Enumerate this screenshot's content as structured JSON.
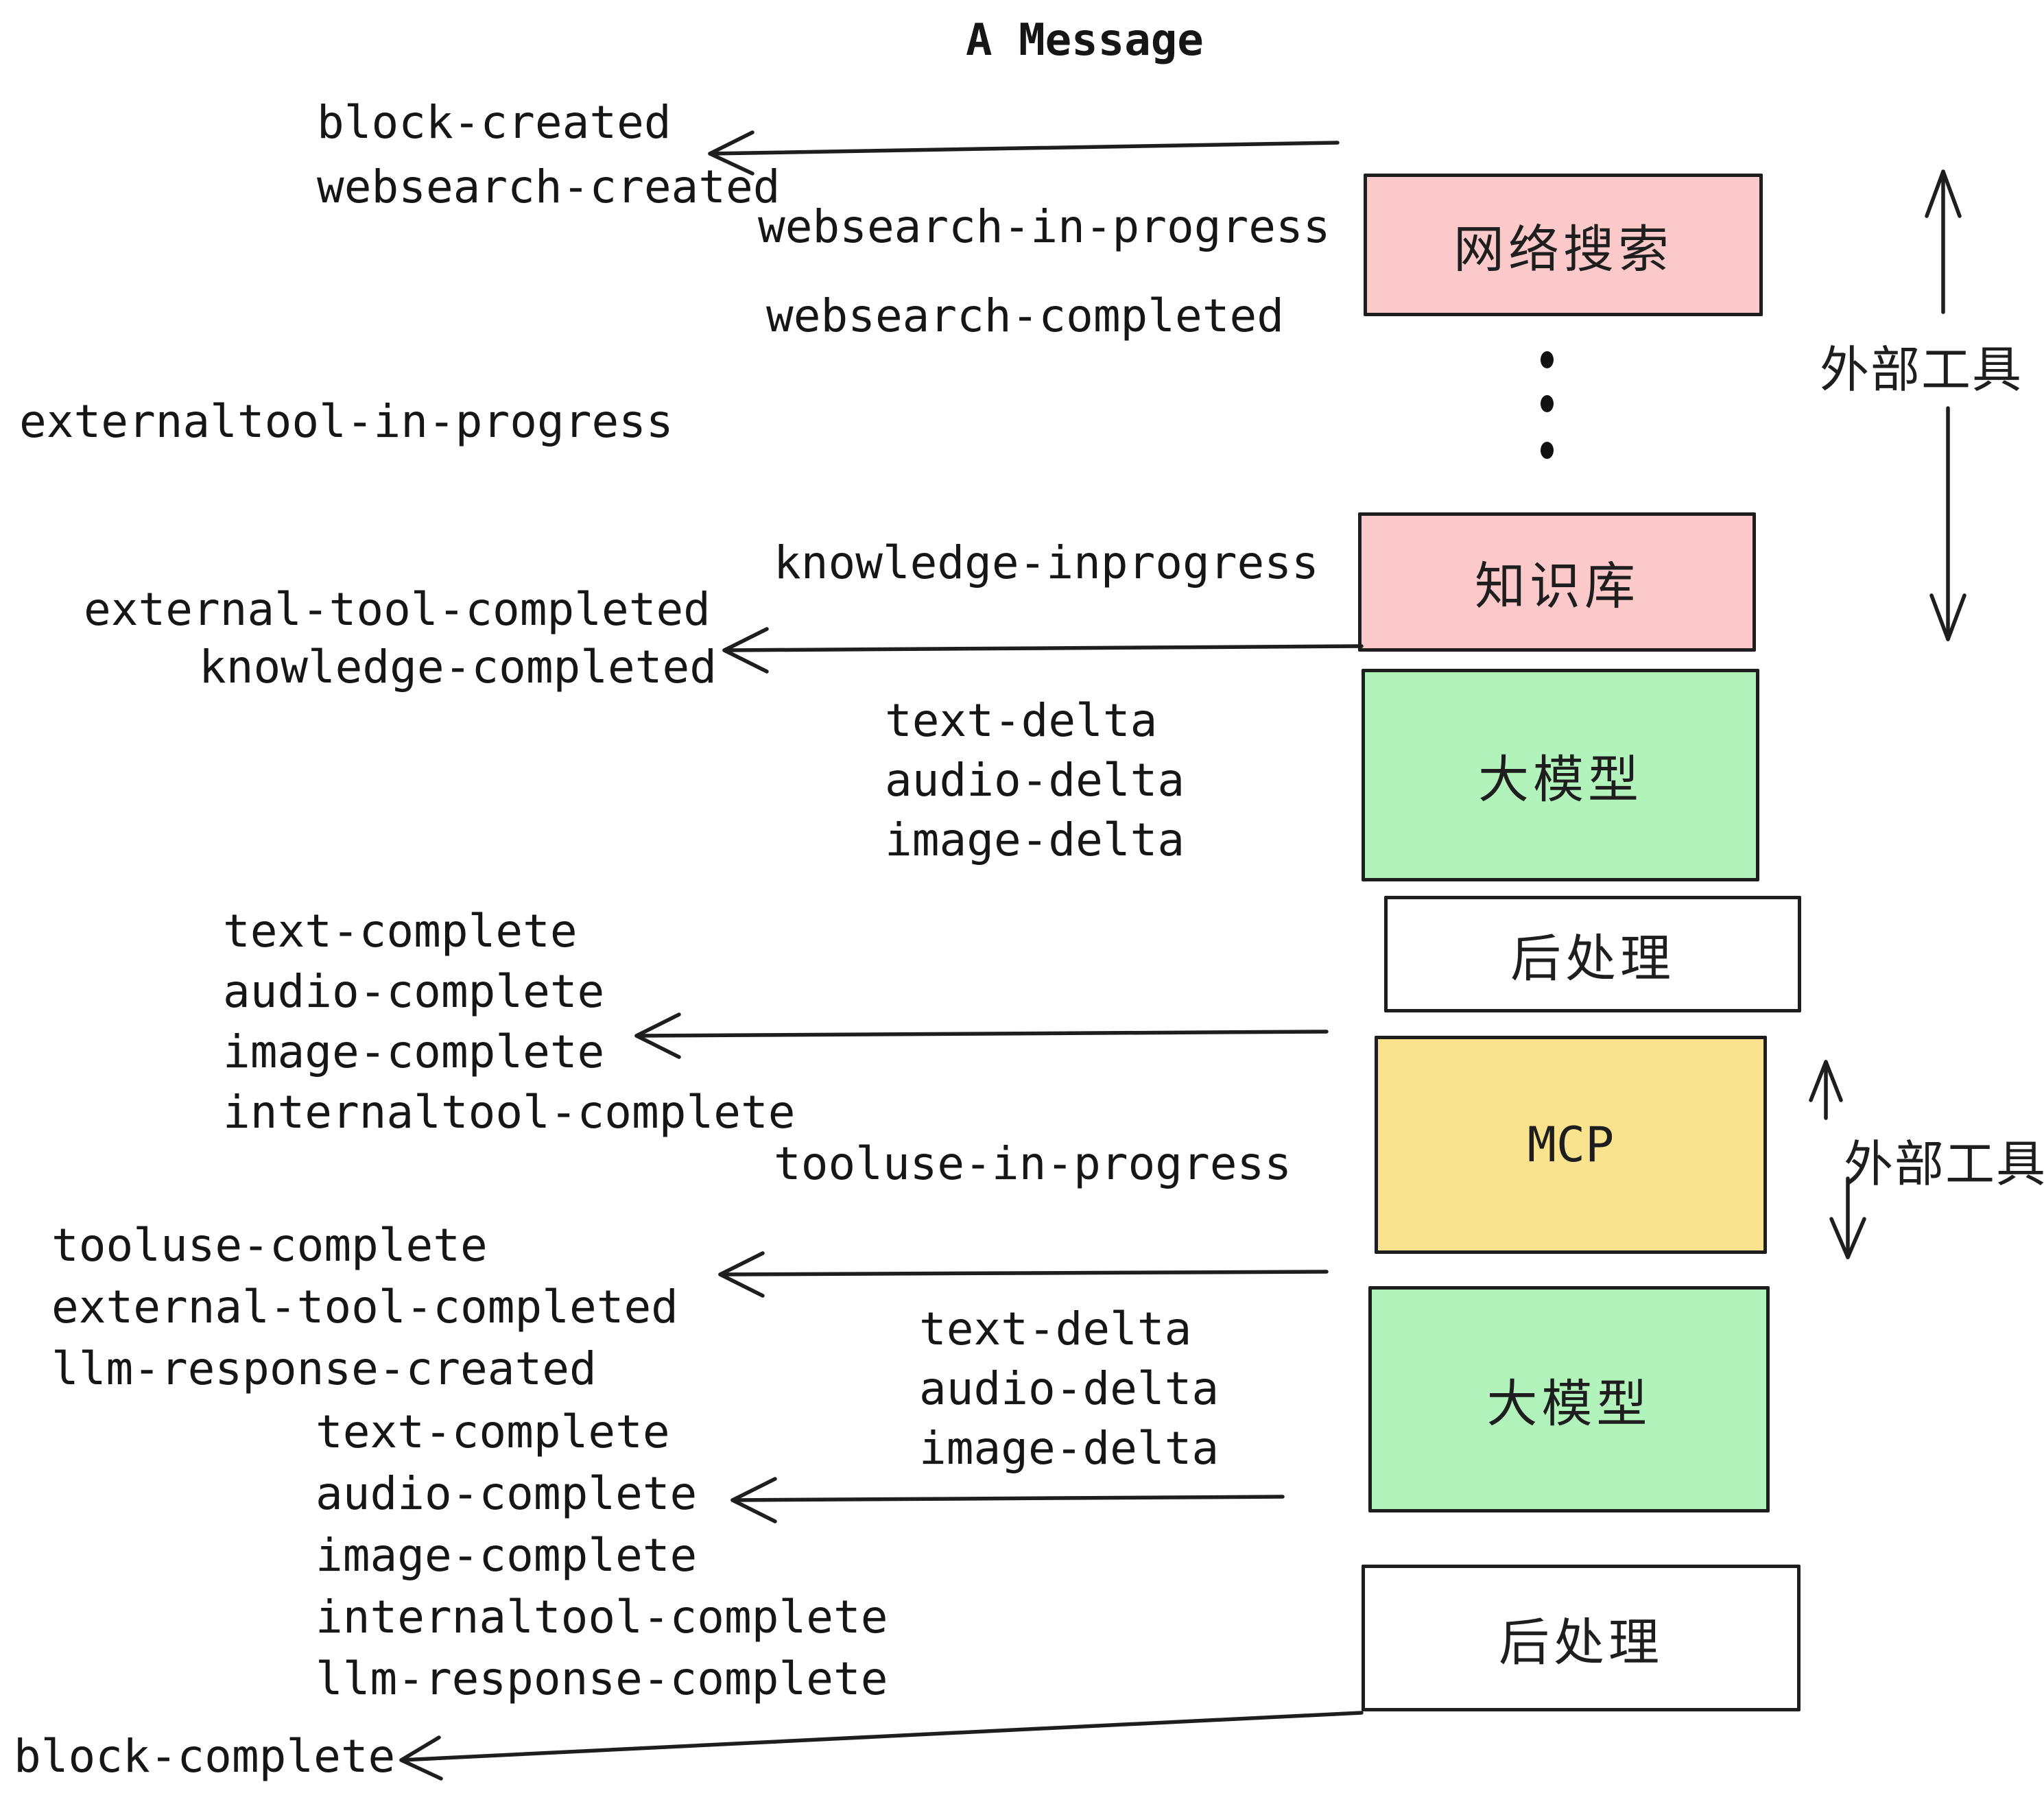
{
  "title": "A Message",
  "events": {
    "block_created": "block-created",
    "websearch_created": "websearch-created",
    "websearch_in_progress": "websearch-in-progress",
    "websearch_completed": "websearch-completed",
    "externaltool_in_progress": "externaltool-in-progress",
    "knowledge_inprogress": "knowledge-inprogress",
    "external_tool_completed_1": "external-tool-completed",
    "knowledge_completed": "knowledge-completed",
    "text_delta_1": "text-delta",
    "audio_delta_1": "audio-delta",
    "image_delta_1": "image-delta",
    "text_complete_1": "text-complete",
    "audio_complete_1": "audio-complete",
    "image_complete_1": "image-complete",
    "internaltool_complete_1": "internaltool-complete",
    "tooluse_in_progress": "tooluse-in-progress",
    "tooluse_complete": "tooluse-complete",
    "external_tool_completed_2": "external-tool-completed",
    "llm_response_created": "llm-response-created",
    "text_delta_2": "text-delta",
    "audio_delta_2": "audio-delta",
    "image_delta_2": "image-delta",
    "text_complete_2": "text-complete",
    "audio_complete_2": "audio-complete",
    "image_complete_2": "image-complete",
    "internaltool_complete_2": "internaltool-complete",
    "llm_response_complete": "llm-response-complete",
    "block_complete": "block-complete"
  },
  "boxes": {
    "websearch": {
      "label": "网络搜索",
      "fill": "#FBC9C9"
    },
    "knowledge": {
      "label": "知识库",
      "fill": "#FBC9C9"
    },
    "llm1": {
      "label": "大模型",
      "fill": "#B2F2BB"
    },
    "post1": {
      "label": "后处理",
      "fill": "#FFFFFF"
    },
    "mcp": {
      "label": "MCP",
      "fill": "#FAE38E"
    },
    "llm2": {
      "label": "大模型",
      "fill": "#B2F2BB"
    },
    "post2": {
      "label": "后处理",
      "fill": "#FFFFFF"
    }
  },
  "annotations": {
    "external_tools_top": "外部工具",
    "external_tools_mid": "外部工具"
  },
  "colors": {
    "border": "#1e1e1e",
    "pink": "#FBC9C9",
    "green": "#B2F2BB",
    "yellow": "#FAE38E",
    "white": "#FFFFFF",
    "text": "#161616"
  }
}
